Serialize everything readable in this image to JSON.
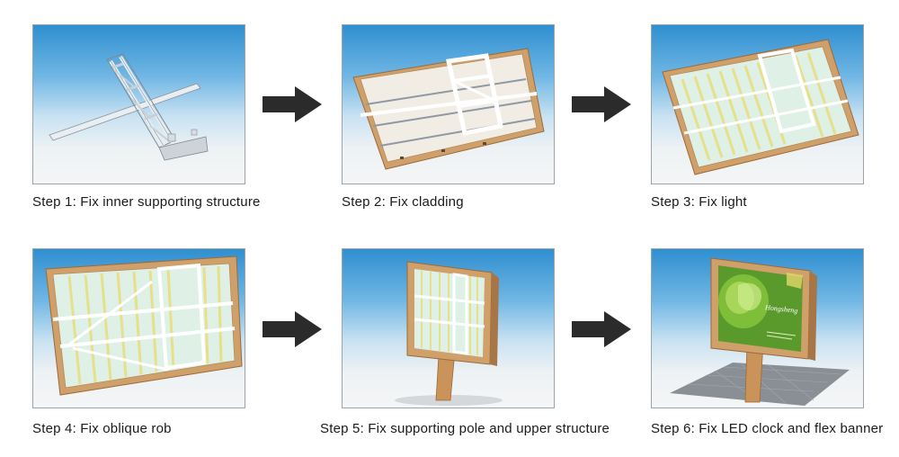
{
  "steps": [
    {
      "label": "Step 1: Fix inner supporting structure"
    },
    {
      "label": "Step 2: Fix cladding"
    },
    {
      "label": "Step 3: Fix light"
    },
    {
      "label": "Step 4: Fix oblique rob"
    },
    {
      "label": "Step 5: Fix supporting pole and upper structure"
    },
    {
      "label": "Step 6: Fix LED clock and flex banner"
    }
  ],
  "banner": {
    "brand_text": "Hongsheng"
  },
  "colors": {
    "sky_top": "#2f8fd0",
    "frame_gold": "#cfa06a",
    "frame_dark": "#9c6a3a",
    "light_tube": "#e7e08a",
    "steel": "#e9eef2",
    "arrow": "#2b2b2b"
  }
}
